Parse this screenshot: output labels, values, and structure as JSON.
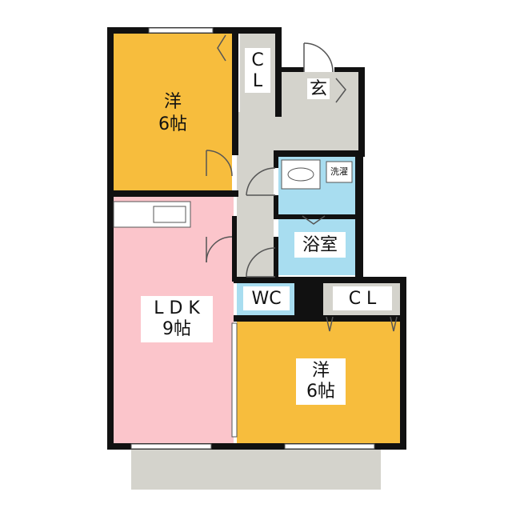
{
  "rooms": {
    "western_top": {
      "type": "洋",
      "size": "6帖"
    },
    "closet_top": {
      "line1": "C",
      "line2": "L"
    },
    "entrance": {
      "label": "玄"
    },
    "washer": {
      "label": "洗濯"
    },
    "bath": {
      "label": "浴室"
    },
    "wc": {
      "label": "WC"
    },
    "closet_bottom": {
      "label": "C L"
    },
    "ldk": {
      "type": "L D K",
      "size": "9帖"
    },
    "western_bottom": {
      "type": "洋",
      "size": "6帖"
    }
  },
  "colors": {
    "western_room": "#f7bd3d",
    "ldk": "#fbc5cb",
    "water_area": "#a8ddf0",
    "hallway": "#d4d3cc",
    "closet": "#d4d3cc",
    "balcony": "#d4d3cc",
    "wall": "#111111"
  }
}
